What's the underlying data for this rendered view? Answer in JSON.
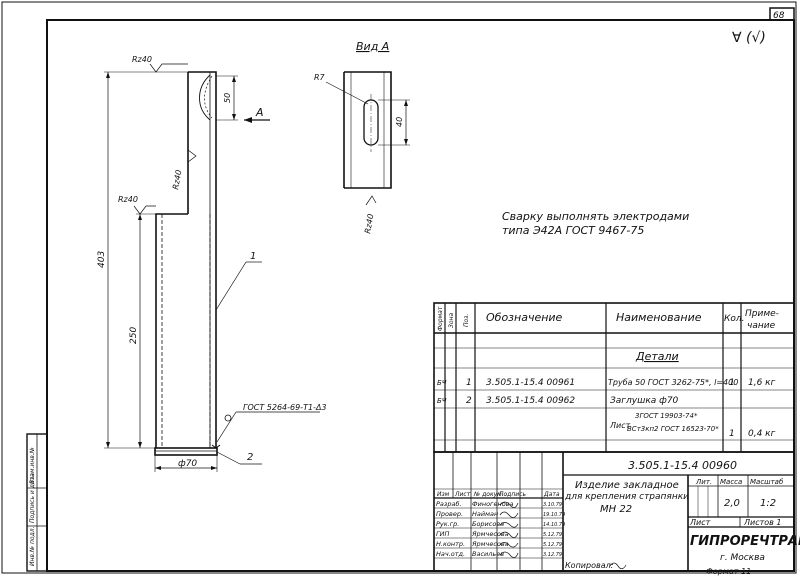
{
  "sheet": {
    "page_number": "68"
  },
  "surface_mark": "∀ (√)",
  "view_title": "Вид А",
  "view_arrow_label": "А",
  "roughness": {
    "top": "Rz40",
    "right": "Rz40",
    "step": "Rz40",
    "view": "Rz40"
  },
  "radius_label": "R7",
  "dimensions": {
    "d50": "50",
    "d40": "40",
    "d403": "403",
    "d250": "250",
    "d70": "ф70"
  },
  "callouts": {
    "one": "1",
    "two": "2",
    "weld_standard": "ГОСТ 5264-69-Т1-Δ3"
  },
  "note": {
    "line1": "Сварку выполнять электродами",
    "line2": "типа Э42А ГОСТ 9467-75"
  },
  "spec_table": {
    "headers": {
      "format": "Формат",
      "zone": "Зона",
      "pos": "Поз.",
      "designation": "Обозначение",
      "name": "Наименование",
      "qty": "Кол.",
      "note_l1": "Приме-",
      "note_l2": "чание"
    },
    "section": "Детали",
    "rows": [
      {
        "format": "БЧ",
        "pos": "1",
        "designation": "3.505.1-15.4  00961",
        "name": "Труба 50 ГОСТ 3262-75*, l=400",
        "qty": "1",
        "note": "1,6 кг"
      },
      {
        "format": "БЧ",
        "pos": "2",
        "designation": "3.505.1-15.4  00962",
        "name": "Заглушка ф70",
        "qty": "",
        "note": ""
      },
      {
        "format": "",
        "pos": "",
        "designation": "",
        "name": "Лист",
        "name_l1": "3ГОСТ 19903-74*",
        "name_l2": "ВСт3кп2 ГОСТ 16523-70*",
        "qty": "1",
        "note": "0,4 кг"
      }
    ]
  },
  "title_block": {
    "doc_number": "3.505.1-15.4 00960",
    "title_l1": "Изделие закладное",
    "title_l2": "для крепления страпянки",
    "title_l3": "МН 22",
    "col_lit": "Лит.",
    "col_mass": "Масса",
    "col_scale": "Масштаб",
    "mass": "2,0",
    "scale": "1:2",
    "sheet_label": "Лист",
    "sheets_label": "Листов 1",
    "org": "ГИПРОРЕЧТРАНС",
    "city": "г. Москва",
    "hdr": {
      "izm": "Изм",
      "list": "Лист",
      "doc": "№ докум.",
      "sign": "Подпись",
      "date": "Дата"
    },
    "people": [
      {
        "role": "Разраб.",
        "name": "Финогенова",
        "date": "3.10.79"
      },
      {
        "role": "Провер.",
        "name": "Найман",
        "date": "19.10.79"
      },
      {
        "role": "Рук.гр.",
        "name": "Борисова",
        "date": "14.10.79"
      },
      {
        "role": "ГИП",
        "name": "Ярмчесова",
        "date": "5.12.79"
      },
      {
        "role": "Н.контр.",
        "name": "Ярмчесова",
        "date": "5.12.79"
      },
      {
        "role": "Нач.отд.",
        "name": "Васильев",
        "date": "3.12.79"
      }
    ]
  },
  "side_stamp": {
    "inv": "Инв.№ подл.",
    "sign_date": "Подпись и дата",
    "vzam": "Взам.инв.№"
  },
  "footer": {
    "copied": "Копировал:",
    "format": "Формат 11"
  }
}
